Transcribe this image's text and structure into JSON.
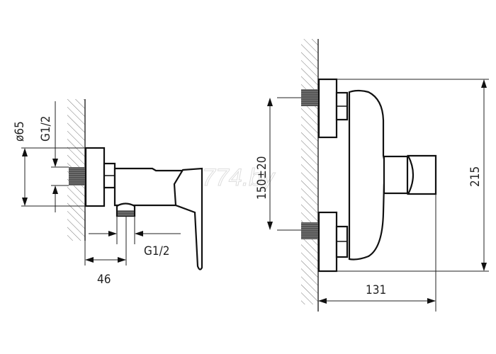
{
  "drawing": {
    "left_view": {
      "diameter_label": "ø65",
      "inlet_thread_label": "G1/2",
      "outlet_thread_label": "G1/2",
      "outlet_offset_label": "46"
    },
    "right_view": {
      "inlet_spacing_label": "150±20",
      "height_label": "215",
      "depth_label": "131"
    },
    "watermark": "774.by"
  }
}
